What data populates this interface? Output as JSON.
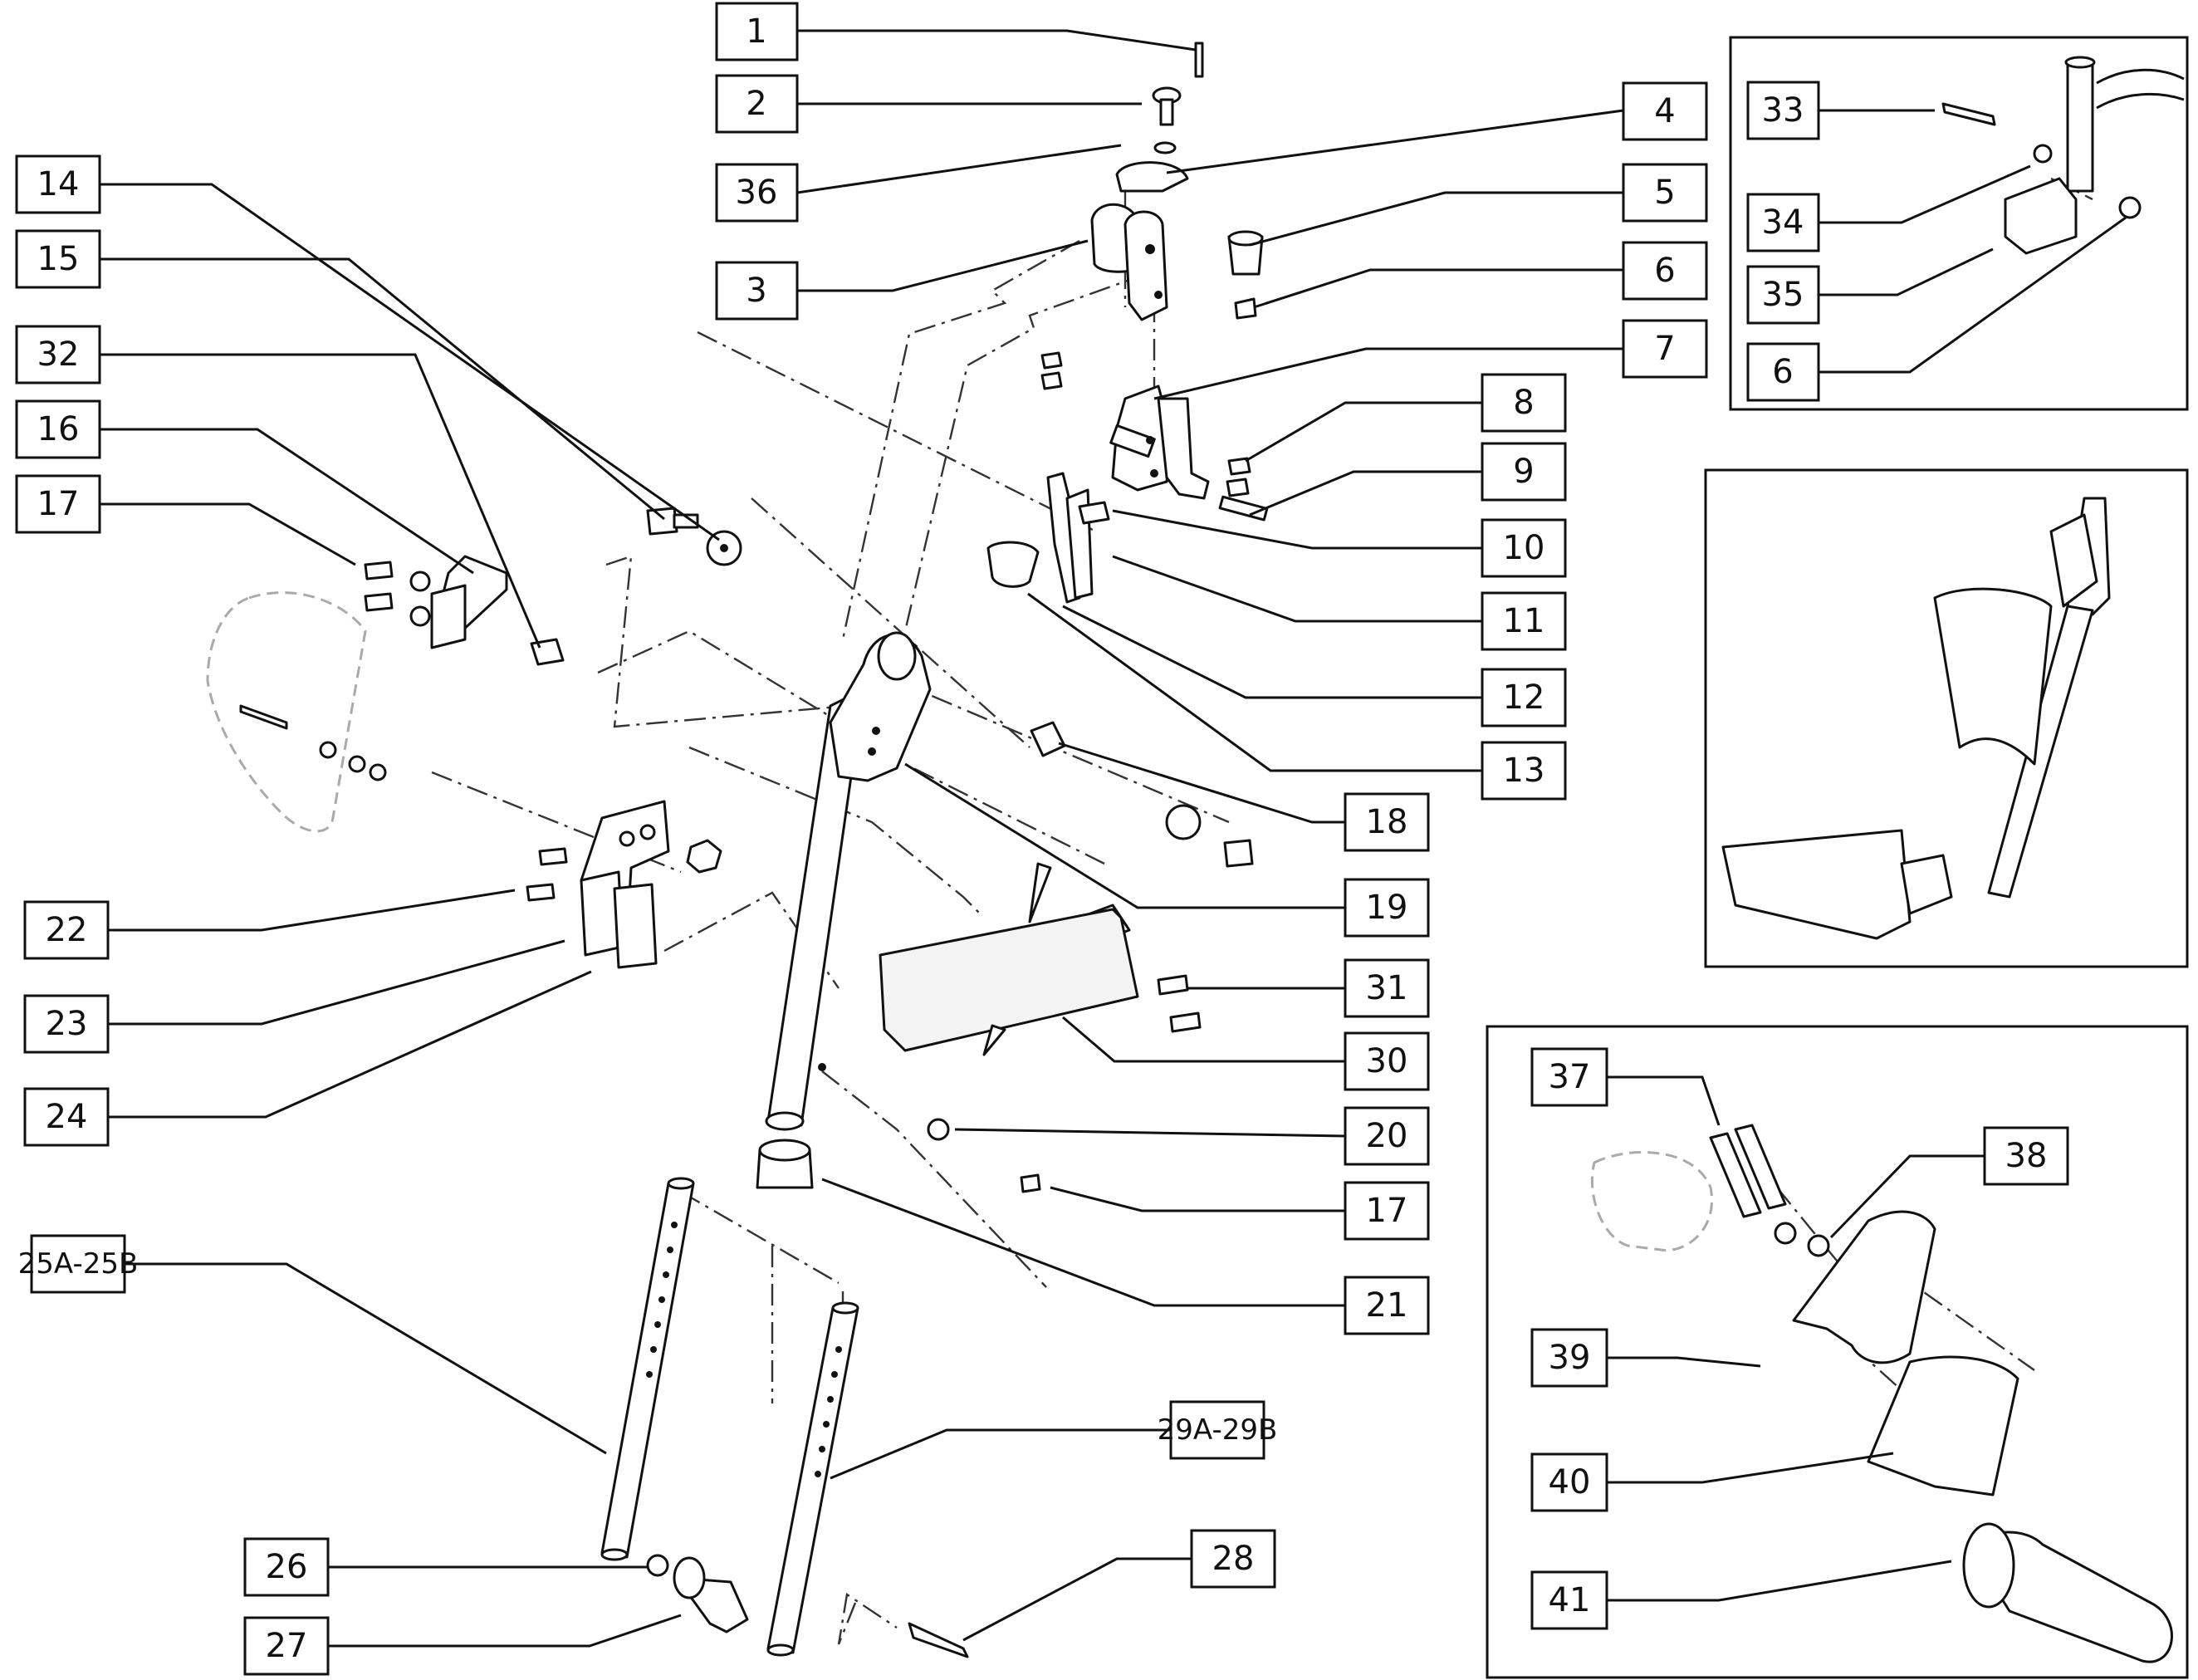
{
  "labels": [
    {
      "id": "1",
      "text": "1"
    },
    {
      "id": "2",
      "text": "2"
    },
    {
      "id": "36",
      "text": "36"
    },
    {
      "id": "3",
      "text": "3"
    },
    {
      "id": "4",
      "text": "4"
    },
    {
      "id": "5",
      "text": "5"
    },
    {
      "id": "6a",
      "text": "6"
    },
    {
      "id": "7",
      "text": "7"
    },
    {
      "id": "8",
      "text": "8"
    },
    {
      "id": "9",
      "text": "9"
    },
    {
      "id": "10",
      "text": "10"
    },
    {
      "id": "11",
      "text": "11"
    },
    {
      "id": "12",
      "text": "12"
    },
    {
      "id": "13",
      "text": "13"
    },
    {
      "id": "14",
      "text": "14"
    },
    {
      "id": "15",
      "text": "15"
    },
    {
      "id": "32",
      "text": "32"
    },
    {
      "id": "16",
      "text": "16"
    },
    {
      "id": "17a",
      "text": "17"
    },
    {
      "id": "18",
      "text": "18"
    },
    {
      "id": "19",
      "text": "19"
    },
    {
      "id": "22",
      "text": "22"
    },
    {
      "id": "23",
      "text": "23"
    },
    {
      "id": "24",
      "text": "24"
    },
    {
      "id": "31",
      "text": "31"
    },
    {
      "id": "30",
      "text": "30"
    },
    {
      "id": "20",
      "text": "20"
    },
    {
      "id": "17b",
      "text": "17"
    },
    {
      "id": "21",
      "text": "21"
    },
    {
      "id": "25",
      "text": "25A-25B"
    },
    {
      "id": "29",
      "text": "29A-29B"
    },
    {
      "id": "26",
      "text": "26"
    },
    {
      "id": "27",
      "text": "27"
    },
    {
      "id": "28",
      "text": "28"
    },
    {
      "id": "33",
      "text": "33"
    },
    {
      "id": "34",
      "text": "34"
    },
    {
      "id": "35",
      "text": "35"
    },
    {
      "id": "6b",
      "text": "6"
    },
    {
      "id": "37",
      "text": "37"
    },
    {
      "id": "38",
      "text": "38"
    },
    {
      "id": "39",
      "text": "39"
    },
    {
      "id": "40",
      "text": "40"
    },
    {
      "id": "41",
      "text": "41"
    }
  ]
}
